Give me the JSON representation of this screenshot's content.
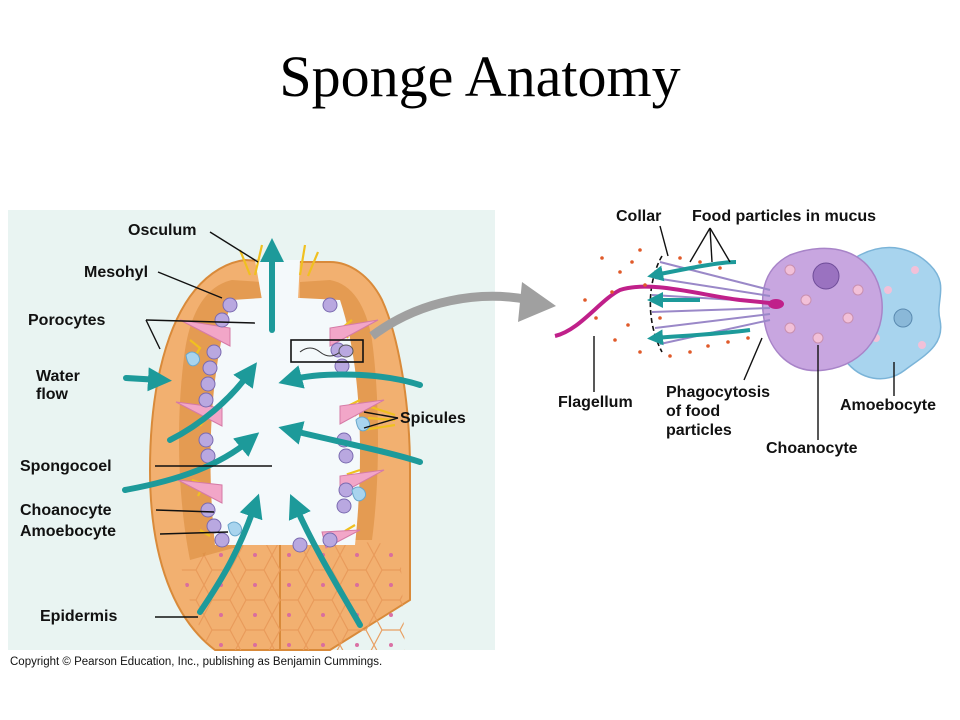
{
  "title": "Sponge Anatomy",
  "labels": {
    "osculum": "Osculum",
    "mesohyl": "Mesohyl",
    "porocytes": "Porocytes",
    "water_flow_line1": "Water",
    "water_flow_line2": "flow",
    "spicules": "Spicules",
    "spongocoel": "Spongocoel",
    "choanocyte_left": "Choanocyte",
    "amoebocyte_left": "Amoebocyte",
    "epidermis": "Epidermis",
    "collar": "Collar",
    "food_particles": "Food particles in mucus",
    "flagellum": "Flagellum",
    "phagocytosis_line1": "Phagocytosis",
    "phagocytosis_line2": "of food",
    "phagocytosis_line3": "particles",
    "choanocyte_right": "Choanocyte",
    "amoebocyte_right": "Amoebocyte"
  },
  "copyright": "Copyright © Pearson Education, Inc., publishing as Benjamin Cummings.",
  "colors": {
    "panel_bg": "#e9f4f2",
    "body_wall": "#f2b070",
    "inner_wall": "#d98a3a",
    "water_arrow": "#1d9a9a",
    "choanocyte_purple": "#b9a8e0",
    "porocyte_pink": "#f2a6c8",
    "amoebocyte_blue": "#a8d4ee",
    "flagellum_magenta": "#c0208a",
    "connector_gray": "#a0a0a0"
  }
}
